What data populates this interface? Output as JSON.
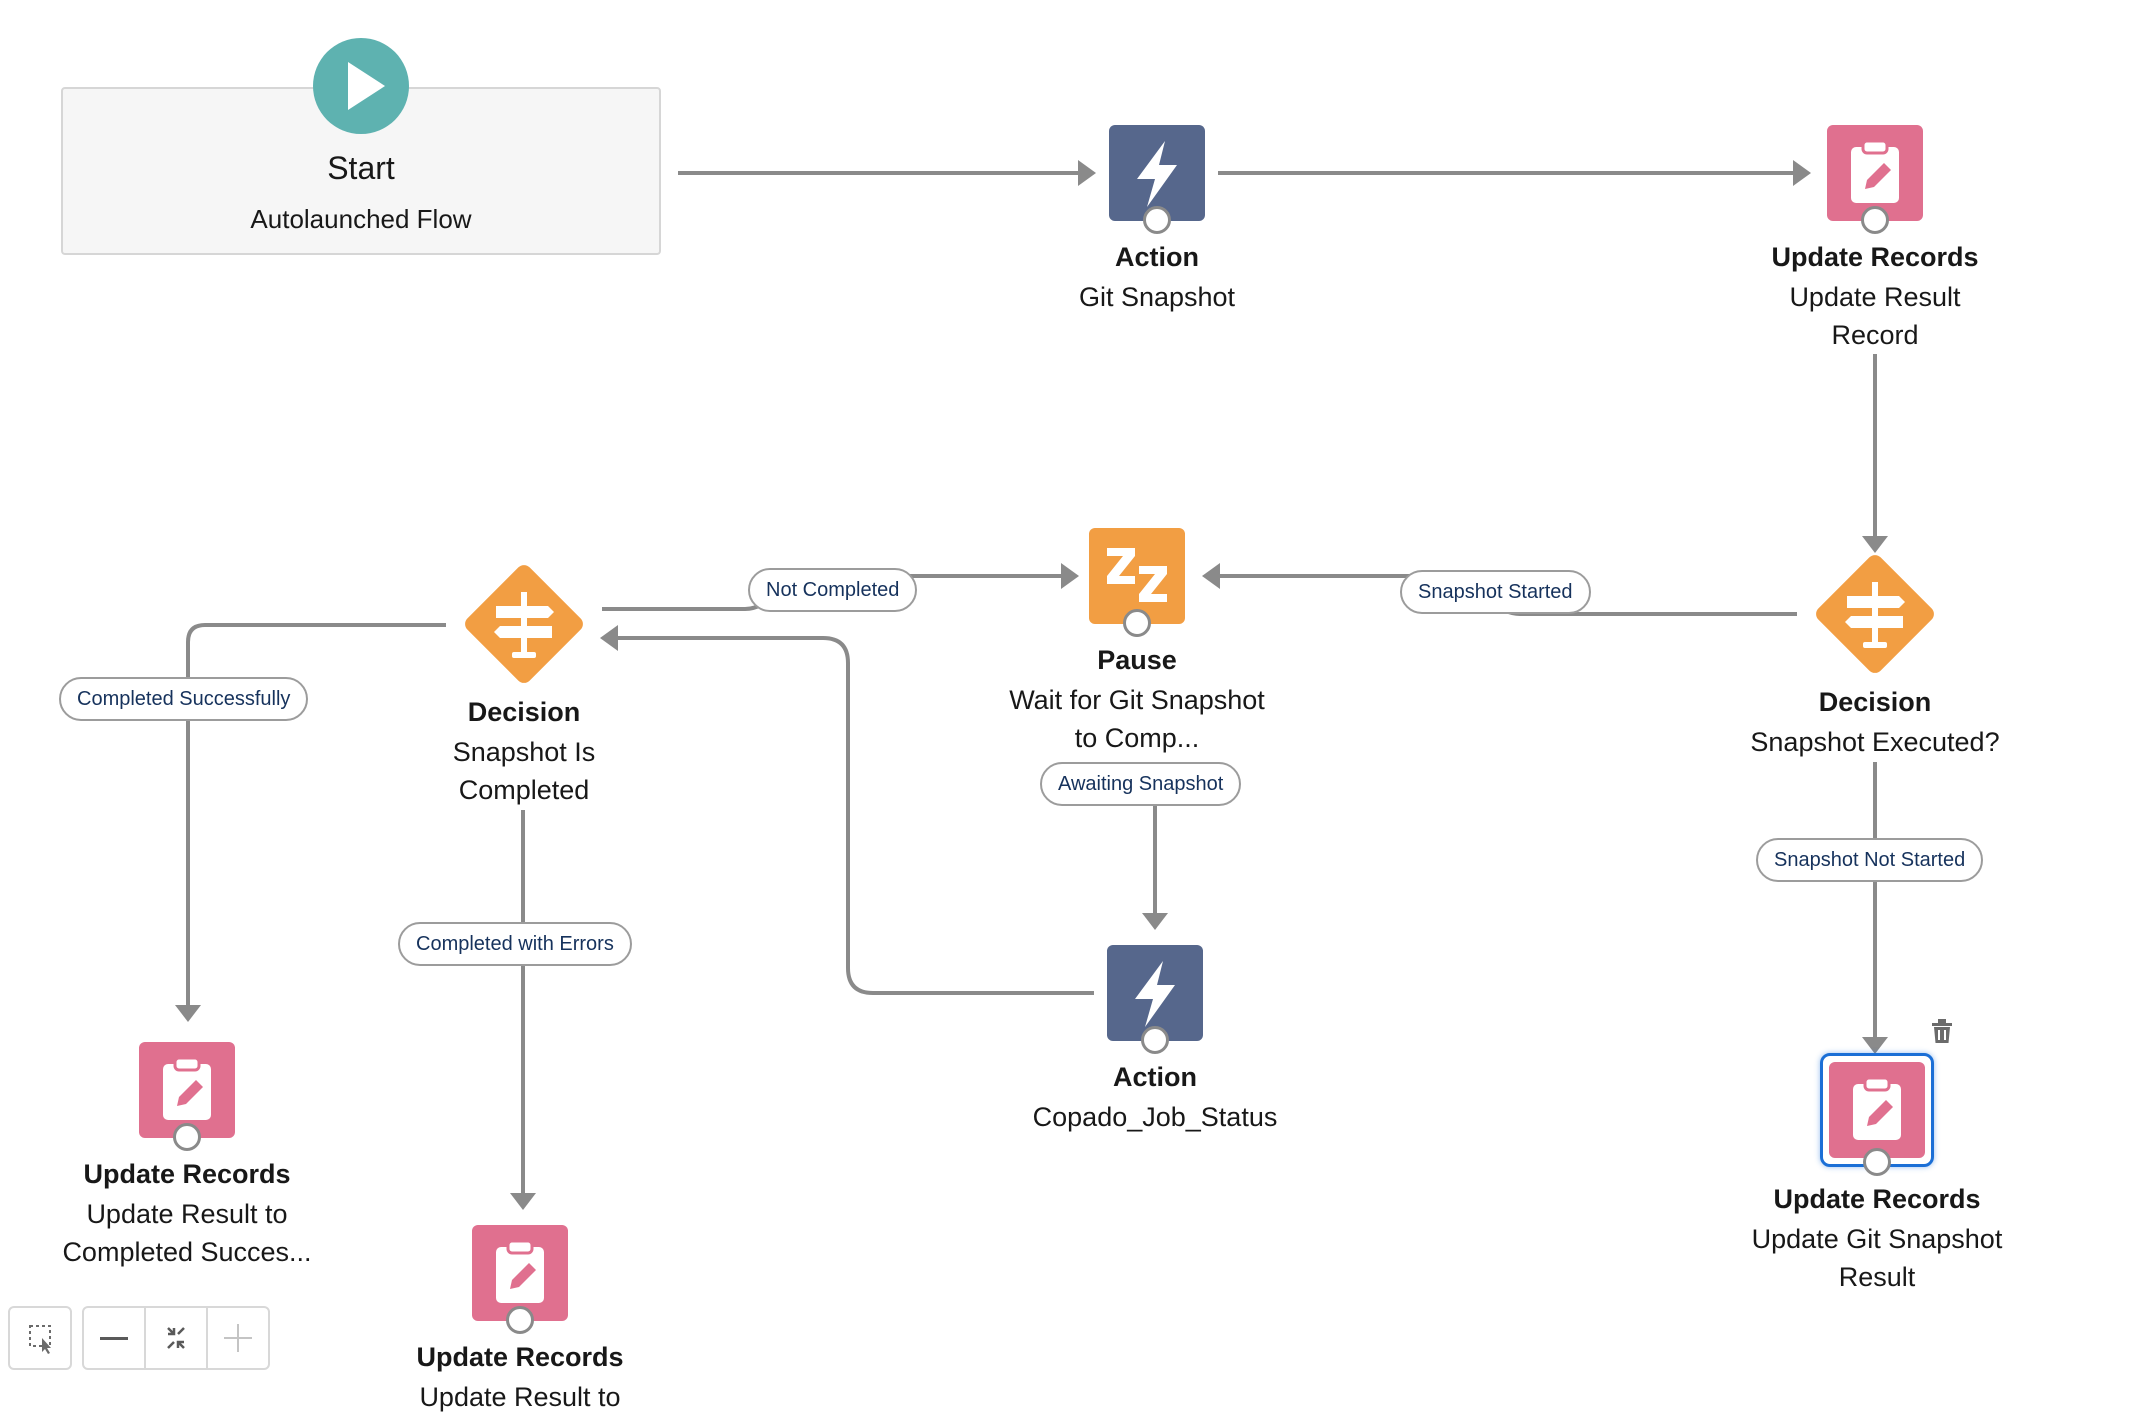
{
  "start": {
    "title": "Start",
    "subtitle": "Autolaunched Flow"
  },
  "nodes": {
    "action_git": {
      "type": "Action",
      "label": "Git Snapshot",
      "icon": "lightning-icon"
    },
    "update_result_record": {
      "type": "Update Records",
      "label": "Update Result Record",
      "icon": "clipboard-edit-icon"
    },
    "decision_executed": {
      "type": "Decision",
      "label": "Snapshot Executed?",
      "icon": "signpost-icon"
    },
    "pause": {
      "type": "Pause",
      "label": "Wait for Git Snapshot to Comp...",
      "icon": "sleep-zz-icon"
    },
    "decision_completed": {
      "type": "Decision",
      "label": "Snapshot Is Completed",
      "icon": "signpost-icon"
    },
    "action_job_status": {
      "type": "Action",
      "label": "Copado_Job_Status",
      "icon": "lightning-icon"
    },
    "update_completed": {
      "type": "Update Records",
      "label": "Update Result to Completed Succes...",
      "icon": "clipboard-edit-icon"
    },
    "update_errors": {
      "type": "Update Records",
      "label": "Update Result to",
      "icon": "clipboard-edit-icon"
    },
    "update_git_snapshot": {
      "type": "Update Records",
      "label": "Update Git Snapshot Result",
      "icon": "clipboard-edit-icon",
      "selected": true
    }
  },
  "edge_labels": {
    "not_completed": "Not Completed",
    "snapshot_started": "Snapshot Started",
    "completed_successfully": "Completed Successfully",
    "awaiting_snapshot": "Awaiting Snapshot",
    "snapshot_not_started": "Snapshot Not Started",
    "completed_with_errors": "Completed with Errors"
  },
  "toolbar": {
    "select": "select-elements-icon",
    "zoom_out": "minus-icon",
    "fit": "fit-to-view-icon",
    "zoom_in": "plus-icon"
  },
  "colors": {
    "action": "#56678c",
    "update": "#e0708f",
    "decision": "#f29e43",
    "start": "#5eb2b0",
    "connector_line": "#8a8a8a",
    "selection": "#1b6fd6"
  }
}
